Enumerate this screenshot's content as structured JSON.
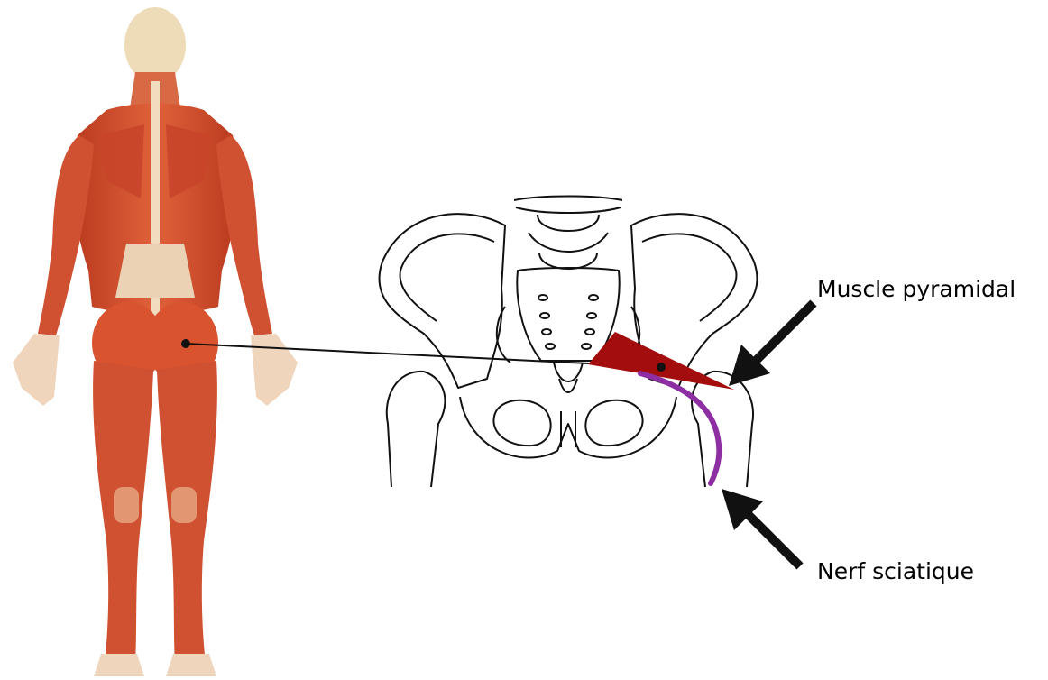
{
  "labels": {
    "muscle": "Muscle pyramidal",
    "nerve": "Nerf sciatique"
  },
  "colors": {
    "muscle_fill": "#a40d0d",
    "nerve_stroke": "#8e2ea3",
    "body_muscle": "#d9532f",
    "body_muscle_dark": "#b23a22",
    "tendon": "#f1dcc0",
    "bone_outline": "#111111",
    "arrow": "#111111"
  },
  "icons": {
    "body": "posterior-muscle-anatomy-figure",
    "pelvis": "pelvis-line-drawing"
  }
}
